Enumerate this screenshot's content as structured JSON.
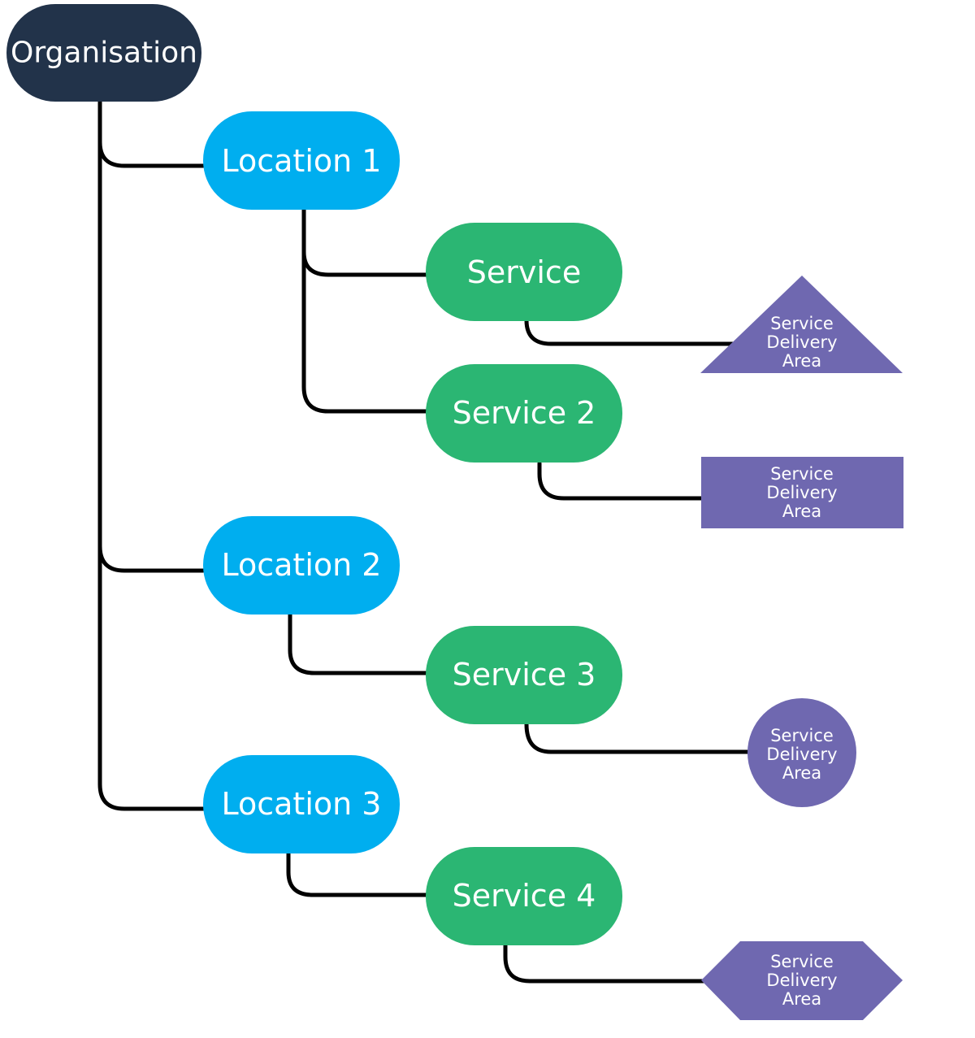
{
  "colors": {
    "organisation": "#22334a",
    "location": "#00aeef",
    "service": "#2bb673",
    "delivery_area": "#6f68b0",
    "connector": "#000000",
    "text": "#ffffff"
  },
  "organisation": {
    "label": "Organisation"
  },
  "locations": [
    {
      "label": "Location 1"
    },
    {
      "label": "Location 2"
    },
    {
      "label": "Location 3"
    }
  ],
  "services": [
    {
      "label": "Service",
      "location": "Location 1"
    },
    {
      "label": "Service 2",
      "location": "Location 1"
    },
    {
      "label": "Service 3",
      "location": "Location 2"
    },
    {
      "label": "Service 4",
      "location": "Location 3"
    }
  ],
  "delivery_areas": [
    {
      "shape": "triangle",
      "lines": [
        "Service",
        "Delivery",
        "Area"
      ],
      "service": "Service"
    },
    {
      "shape": "rectangle",
      "lines": [
        "Service",
        "Delivery",
        "Area"
      ],
      "service": "Service 2"
    },
    {
      "shape": "circle",
      "lines": [
        "Service",
        "Delivery",
        "Area"
      ],
      "service": "Service 3"
    },
    {
      "shape": "hexagon",
      "lines": [
        "Service",
        "Delivery",
        "Area"
      ],
      "service": "Service 4"
    }
  ]
}
